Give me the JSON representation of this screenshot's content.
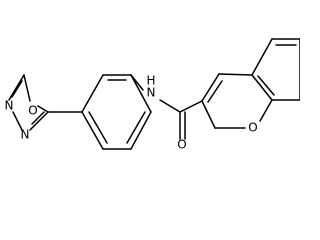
{
  "molecule": {
    "bond_color": "#000000",
    "background": "#ffffff",
    "atoms": {
      "oxadiazole_o": "O",
      "oxadiazole_n3": "N",
      "oxadiazole_n4": "N",
      "amide_n": "N",
      "amide_h": "H",
      "carbonyl_o": "O",
      "chromene_o": "O"
    }
  }
}
